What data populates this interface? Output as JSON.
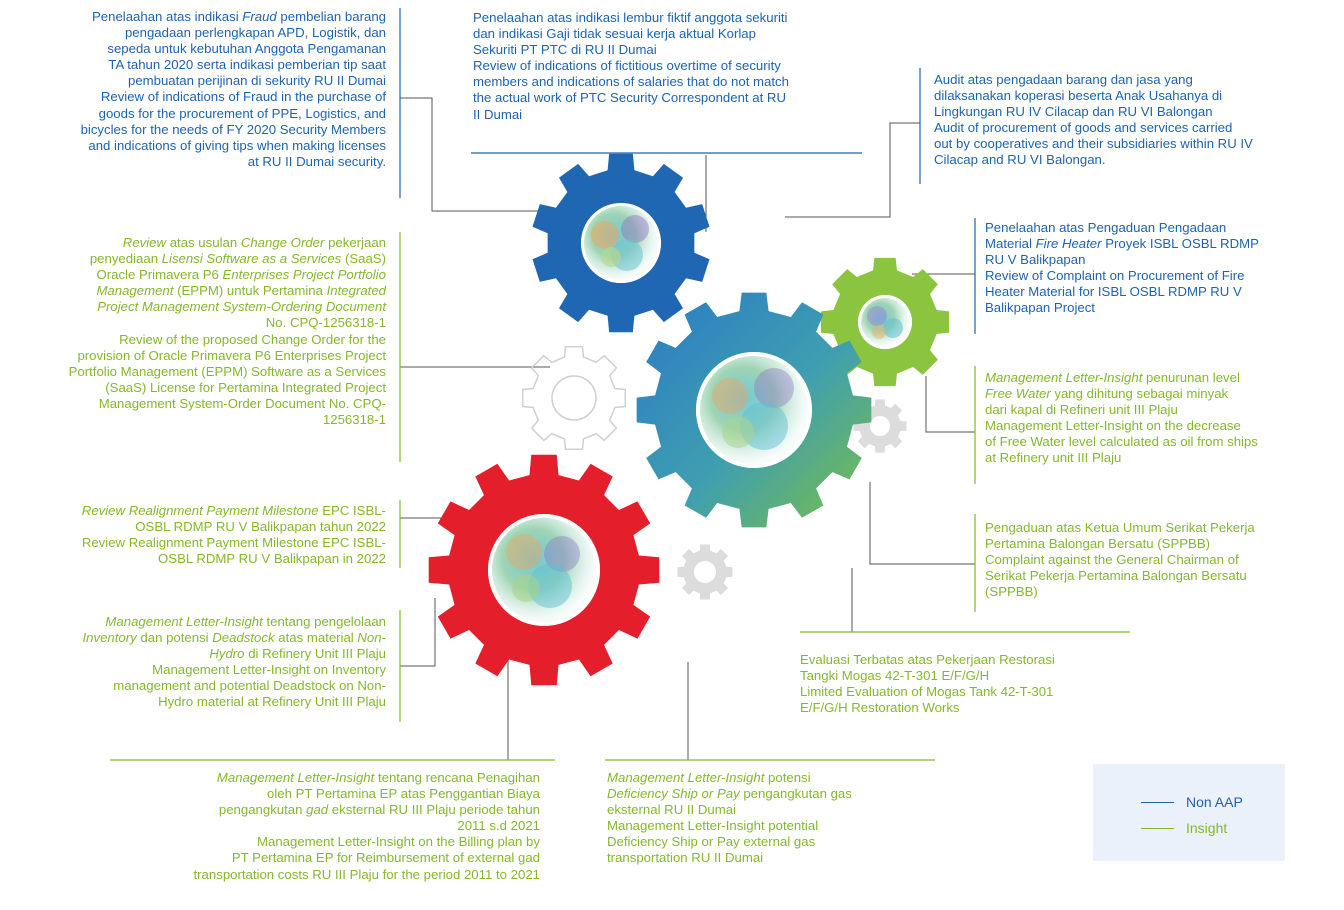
{
  "colors": {
    "non_aap": "#1e63ad",
    "insight": "#84b82b",
    "gear_red": "#e41e2b",
    "gear_blue": "#1f66b3",
    "gear_green": "#8bc43f",
    "gear_teal_start": "#2a7ac4",
    "gear_teal_end": "#7dc042",
    "gear_grey": "#d8d8d8",
    "legend_bg": "#eaf1fa"
  },
  "legend": {
    "non_aap": "Non AAP",
    "insight": "Insight"
  },
  "notes": [
    {
      "key": "n1",
      "category": "non_aap",
      "id_parts": [
        {
          "t": "Penelaahan atas indikasi "
        },
        {
          "t": "Fraud",
          "i": true
        },
        {
          "t": " pembelian barang"
        },
        {
          "br": true
        },
        {
          "t": "pengadaan perlengkapan APD, Logistik, dan"
        },
        {
          "br": true
        },
        {
          "t": "sepeda untuk kebutuhan Anggota Pengamanan"
        },
        {
          "br": true
        },
        {
          "t": "TA tahun 2020 serta indikasi pemberian tip saat"
        },
        {
          "br": true
        },
        {
          "t": "pembuatan perijinan di sekurity RU II Dumai"
        }
      ],
      "en_lines": [
        "Review of indications of Fraud in the purchase of",
        "goods for the procurement of PPE, Logistics, and",
        "bicycles for the needs of FY 2020 Security Members",
        "and indications of giving tips when making licenses",
        "at RU II Dumai security."
      ]
    },
    {
      "key": "n2",
      "category": "non_aap",
      "id_parts": [
        {
          "t": "Penelaahan atas indikasi lembur fiktif anggota sekuriti"
        },
        {
          "br": true
        },
        {
          "t": "dan indikasi Gaji tidak sesuai kerja aktual Korlap"
        },
        {
          "br": true
        },
        {
          "t": "Sekuriti PT PTC di RU II Dumai"
        }
      ],
      "en_lines": [
        "Review of indications of fictitious overtime of security",
        "members and indications of salaries that do not match",
        "the actual work of PTC Security Correspondent at RU",
        "II Dumai"
      ]
    },
    {
      "key": "n3",
      "category": "non_aap",
      "id_parts": [
        {
          "t": "Audit atas pengadaan barang dan jasa yang"
        },
        {
          "br": true
        },
        {
          "t": "dilaksanakan koperasi beserta Anak Usahanya di"
        },
        {
          "br": true
        },
        {
          "t": "Lingkungan RU IV Cilacap dan RU VI Balongan"
        }
      ],
      "en_lines": [
        "Audit of procurement of goods and services carried",
        "out by cooperatives and their subsidiaries within RU IV",
        "Cilacap and RU VI Balongan."
      ]
    },
    {
      "key": "n4",
      "category": "non_aap",
      "id_parts": [
        {
          "t": "Penelaahan atas Pengaduan Pengadaan"
        },
        {
          "br": true
        },
        {
          "t": "Material "
        },
        {
          "t": "Fire Heater",
          "i": true
        },
        {
          "t": " Proyek ISBL OSBL RDMP"
        },
        {
          "br": true
        },
        {
          "t": "RU V Balikpapan"
        }
      ],
      "en_lines": [
        "Review of Complaint on Procurement of Fire",
        "Heater Material for ISBL OSBL RDMP RU V",
        "Balikpapan Project"
      ]
    },
    {
      "key": "n5",
      "category": "insight",
      "id_parts": [
        {
          "t": "Review",
          "i": true
        },
        {
          "t": " atas usulan "
        },
        {
          "t": "Change Order",
          "i": true
        },
        {
          "t": " pekerjaan"
        },
        {
          "br": true
        },
        {
          "t": "penyediaan "
        },
        {
          "t": "Lisensi Software as a Services",
          "i": true
        },
        {
          "t": " (SaaS)"
        },
        {
          "br": true
        },
        {
          "t": "Oracle Primavera P6 "
        },
        {
          "t": "Enterprises Project Portfolio",
          "i": true
        },
        {
          "br": true
        },
        {
          "t": "Management",
          "i": true
        },
        {
          "t": " (EPPM) untuk Pertamina "
        },
        {
          "t": "Integrated",
          "i": true
        },
        {
          "br": true
        },
        {
          "t": "Project Management System-Ordering Document",
          "i": true
        },
        {
          "br": true
        },
        {
          "t": "No. CPQ-1256318-1"
        }
      ],
      "en_lines": [
        "Review of the proposed Change Order for the",
        "provision of Oracle Primavera P6 Enterprises Project",
        "Portfolio Management (EPPM) Software as a Services",
        "(SaaS) License for Pertamina Integrated Project",
        "Management System-Order Document No. CPQ-",
        "1256318-1"
      ]
    },
    {
      "key": "n6",
      "category": "insight",
      "id_parts": [
        {
          "t": "Management Letter-Insight",
          "i": true
        },
        {
          "t": " penurunan level"
        },
        {
          "br": true
        },
        {
          "t": "Free Water",
          "i": true
        },
        {
          "t": " yang dihitung sebagai minyak"
        },
        {
          "br": true
        },
        {
          "t": "dari kapal di Refineri unit III Plaju"
        }
      ],
      "en_lines": [
        "Management Letter-Insight on the decrease",
        "of Free Water level calculated as oil from ships",
        "at Refinery unit III Plaju"
      ]
    },
    {
      "key": "n7",
      "category": "insight",
      "id_parts": [
        {
          "t": "Review Realignment Payment Milestone",
          "i": true
        },
        {
          "t": " EPC ISBL-"
        },
        {
          "br": true
        },
        {
          "t": "OSBL RDMP RU V Balikpapan tahun 2022"
        }
      ],
      "en_lines": [
        "Review Realignment Payment Milestone EPC ISBL-",
        "OSBL RDMP RU V Balikpapan in 2022"
      ]
    },
    {
      "key": "n8",
      "category": "insight",
      "id_parts": [
        {
          "t": "Pengaduan atas Ketua Umum Serikat Pekerja"
        },
        {
          "br": true
        },
        {
          "t": "Pertamina Balongan Bersatu (SPPBB)"
        }
      ],
      "en_lines": [
        "Complaint against the General Chairman of",
        "Serikat Pekerja Pertamina Balongan Bersatu",
        "(SPPBB)"
      ]
    },
    {
      "key": "n9",
      "category": "insight",
      "id_parts": [
        {
          "t": "Management Letter-Insight",
          "i": true
        },
        {
          "t": " tentang pengelolaan"
        },
        {
          "br": true
        },
        {
          "t": "Inventory",
          "i": true
        },
        {
          "t": " dan potensi "
        },
        {
          "t": "Deadstock",
          "i": true
        },
        {
          "t": " atas material "
        },
        {
          "t": "Non-",
          "i": true
        },
        {
          "br": true
        },
        {
          "t": "Hydro",
          "i": true
        },
        {
          "t": " di Refinery Unit III Plaju"
        }
      ],
      "en_lines": [
        "Management Letter-Insight on Inventory",
        "management and potential Deadstock on Non-",
        "Hydro material at Refinery Unit III Plaju"
      ]
    },
    {
      "key": "n10",
      "category": "insight",
      "id_parts": [
        {
          "t": "Evaluasi Terbatas atas Pekerjaan Restorasi"
        },
        {
          "br": true
        },
        {
          "t": "Tangki Mogas 42-T-301 E/F/G/H"
        }
      ],
      "en_lines": [
        "Limited Evaluation of Mogas Tank 42-T-301",
        "E/F/G/H Restoration Works"
      ]
    },
    {
      "key": "n11",
      "category": "insight",
      "id_parts": [
        {
          "t": "Management Letter-Insight",
          "i": true
        },
        {
          "t": " tentang rencana Penagihan"
        },
        {
          "br": true
        },
        {
          "t": "oleh PT Pertamina EP atas Penggantian Biaya"
        },
        {
          "br": true
        },
        {
          "t": "pengangkutan "
        },
        {
          "t": "gad",
          "i": true
        },
        {
          "t": " eksternal RU III Plaju periode tahun"
        },
        {
          "br": true
        },
        {
          "t": "2011 s.d 2021"
        }
      ],
      "en_lines": [
        "Management Letter-Insight on the Billing plan by",
        "PT Pertamina EP for Reimbursement of external gad",
        "transportation costs RU III Plaju for the period 2011 to 2021"
      ]
    },
    {
      "key": "n12",
      "category": "insight",
      "id_parts": [
        {
          "t": "Management Letter-Insight",
          "i": true
        },
        {
          "t": " potensi"
        },
        {
          "br": true
        },
        {
          "t": "Deficiency Ship or Pay",
          "i": true
        },
        {
          "t": " pengangkutan gas"
        },
        {
          "br": true
        },
        {
          "t": "eksternal RU II Dumai"
        }
      ],
      "en_lines": [
        "Management Letter-Insight potential",
        "Deficiency Ship or Pay external gas",
        "transportation RU II Dumai"
      ]
    }
  ]
}
